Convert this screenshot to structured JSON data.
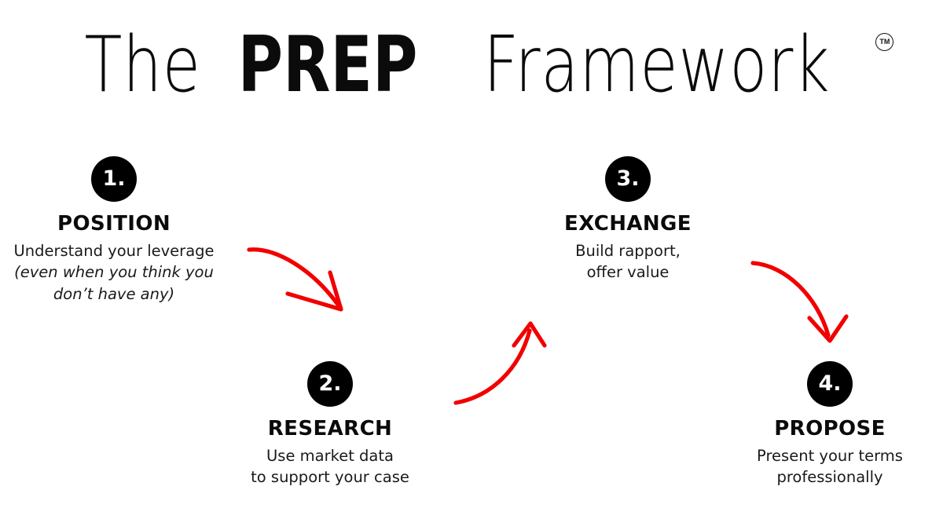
{
  "title": {
    "part1": "The ",
    "part2": "PREP",
    "part3": " Framework",
    "trademark": "TM"
  },
  "colors": {
    "accent_red": "#F20000",
    "badge_black": "#000000",
    "text_black": "#111111",
    "background": "#FFFFFF"
  },
  "steps": [
    {
      "number": "1.",
      "title": "POSITION",
      "desc": "Understand your leverage",
      "note_line1": "(even when you think you",
      "note_line2": "don’t have any)"
    },
    {
      "number": "2.",
      "title": "RESEARCH",
      "desc_line1": "Use market data",
      "desc_line2": "to support your case"
    },
    {
      "number": "3.",
      "title": "EXCHANGE",
      "desc_line1": "Build rapport,",
      "desc_line2": "offer value"
    },
    {
      "number": "4.",
      "title": "PROPOSE",
      "desc_line1": "Present your terms",
      "desc_line2": "professionally"
    }
  ],
  "arrows": [
    {
      "name": "arrow-position-to-research",
      "from": "POSITION",
      "to": "RESEARCH",
      "direction": "down-right"
    },
    {
      "name": "arrow-research-to-exchange",
      "from": "RESEARCH",
      "to": "EXCHANGE",
      "direction": "up-right"
    },
    {
      "name": "arrow-exchange-to-propose",
      "from": "EXCHANGE",
      "to": "PROPOSE",
      "direction": "down-right"
    }
  ]
}
